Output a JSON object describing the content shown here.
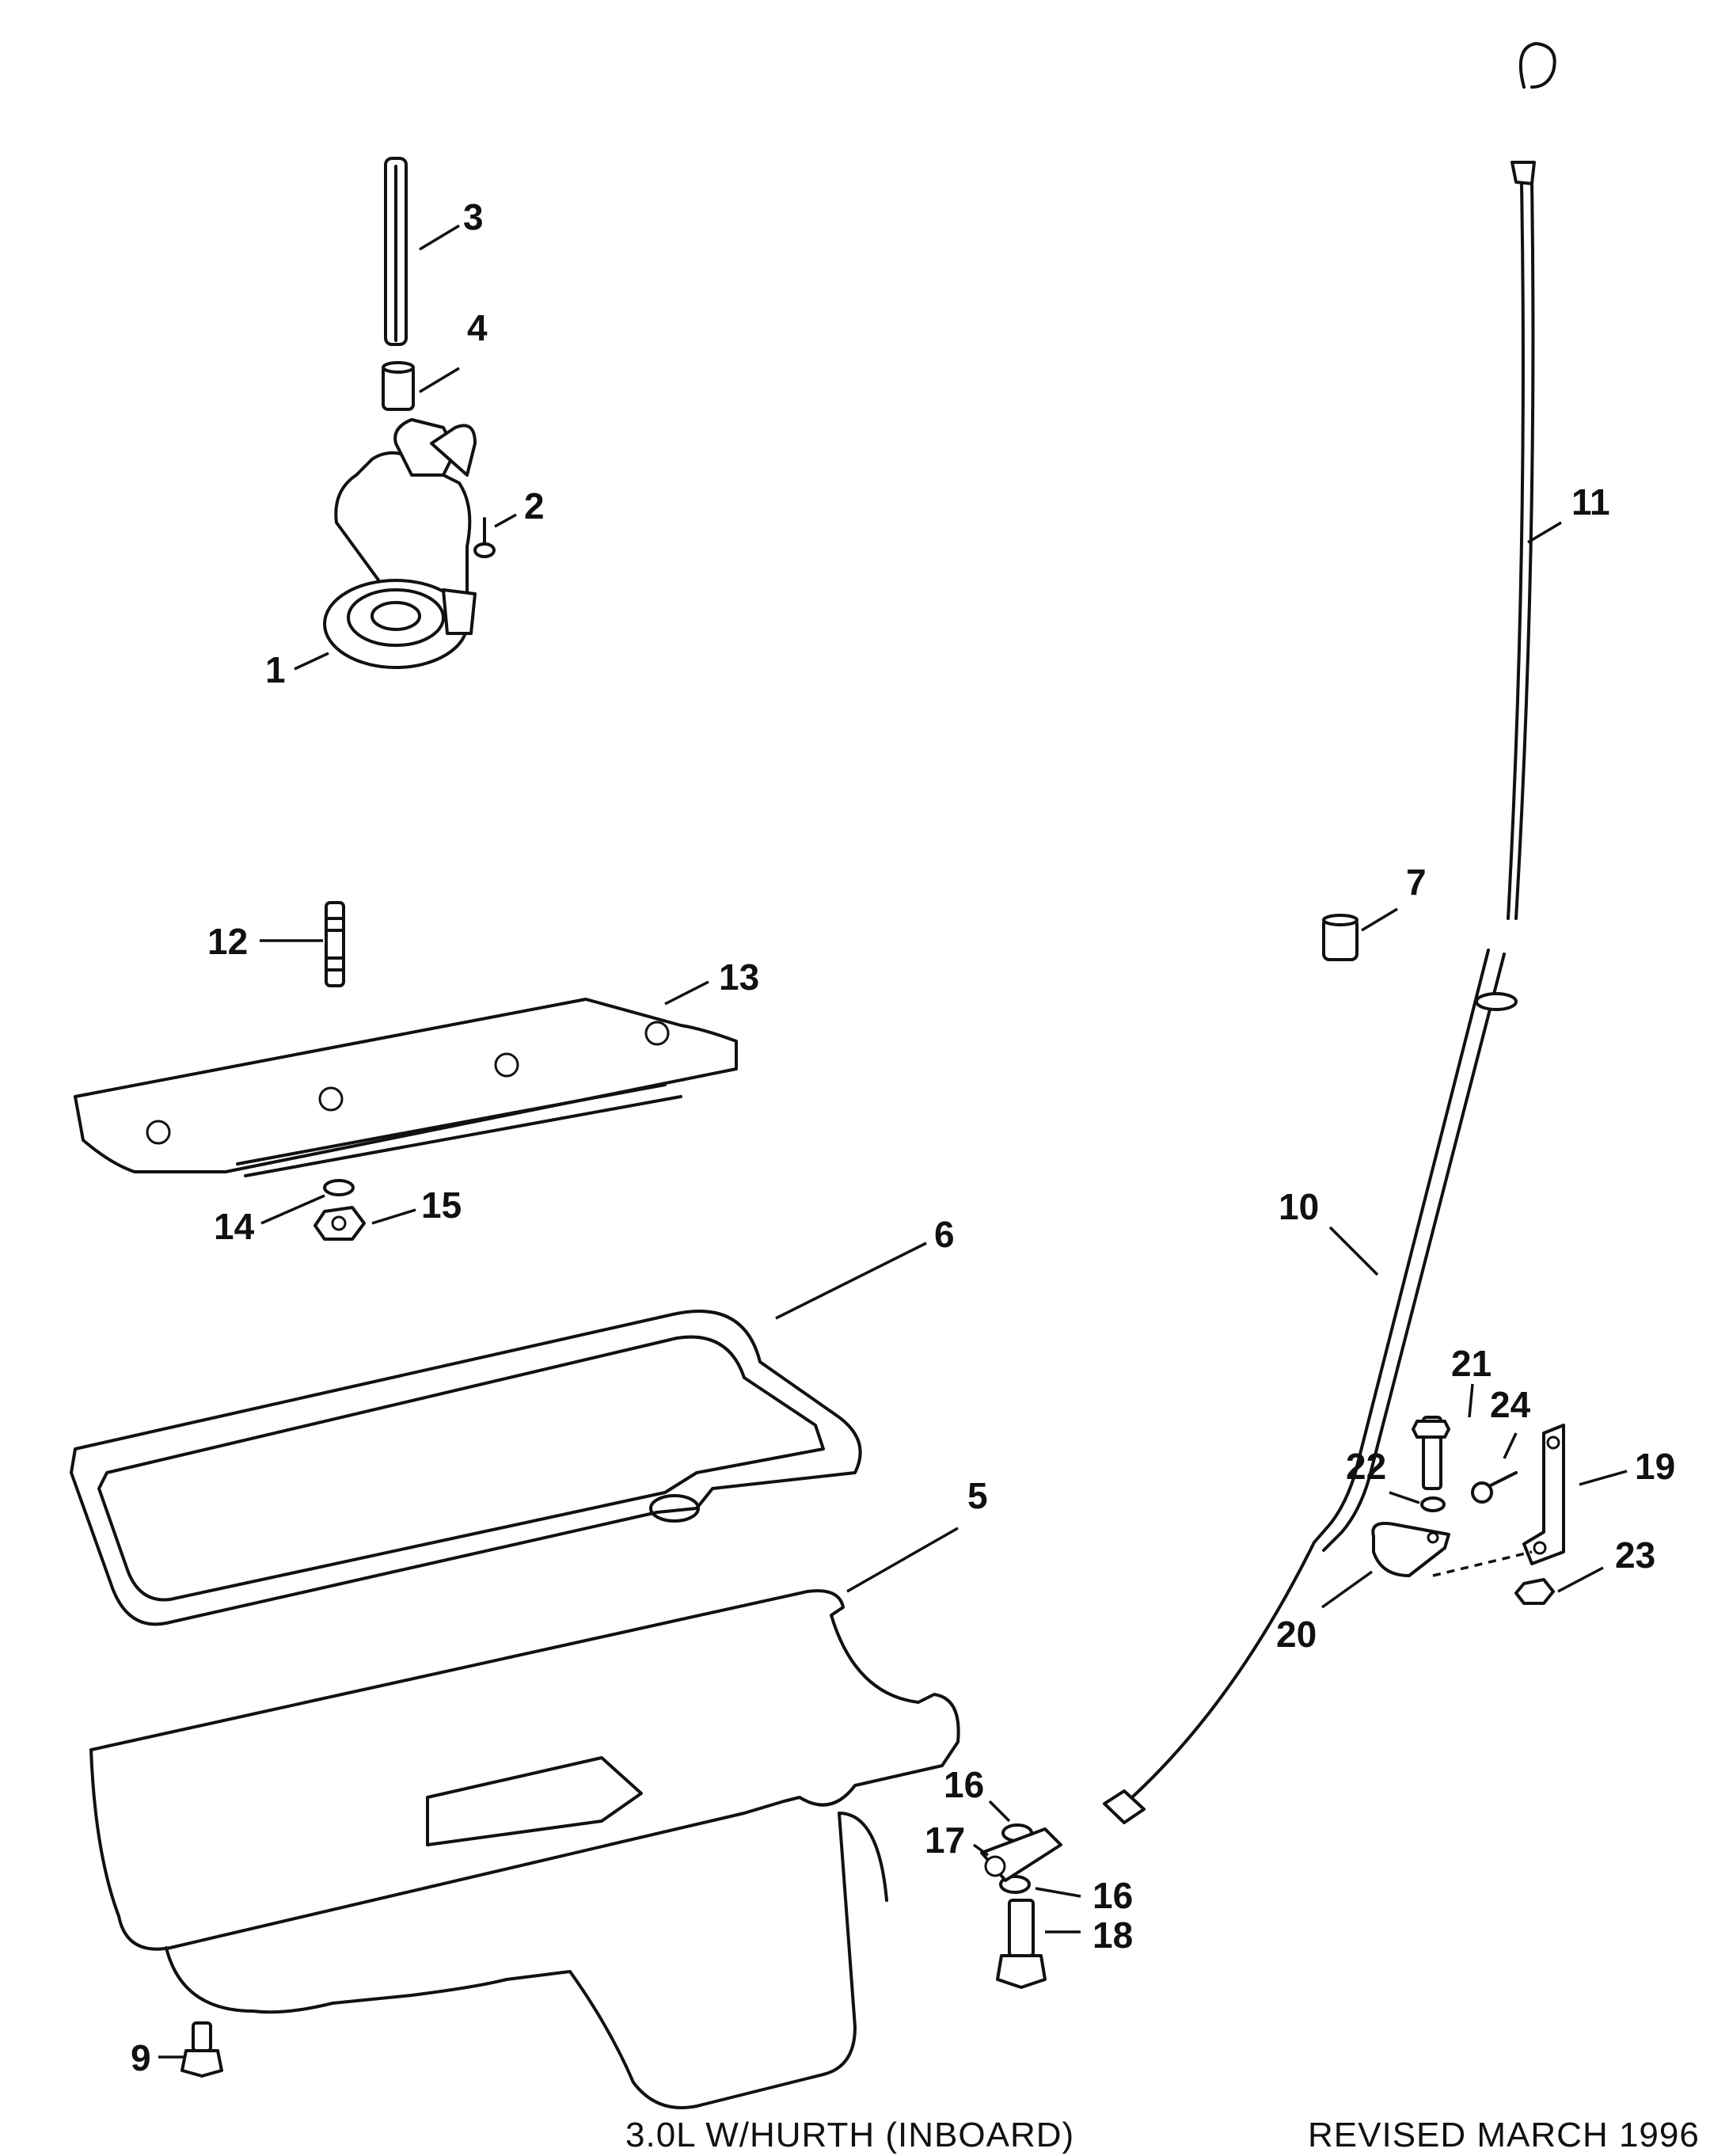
{
  "callouts": [
    "1",
    "2",
    "3",
    "4",
    "5",
    "6",
    "7",
    "9",
    "10",
    "11",
    "12",
    "13",
    "14",
    "15",
    "16",
    "16",
    "17",
    "18",
    "19",
    "20",
    "21",
    "22",
    "23",
    "24"
  ],
  "footer": {
    "engine": "3.0L W/HURTH (INBOARD)",
    "revision": "REVISED MARCH 1996"
  },
  "colors": {
    "ink": "#111111",
    "paper": "#ffffff"
  }
}
